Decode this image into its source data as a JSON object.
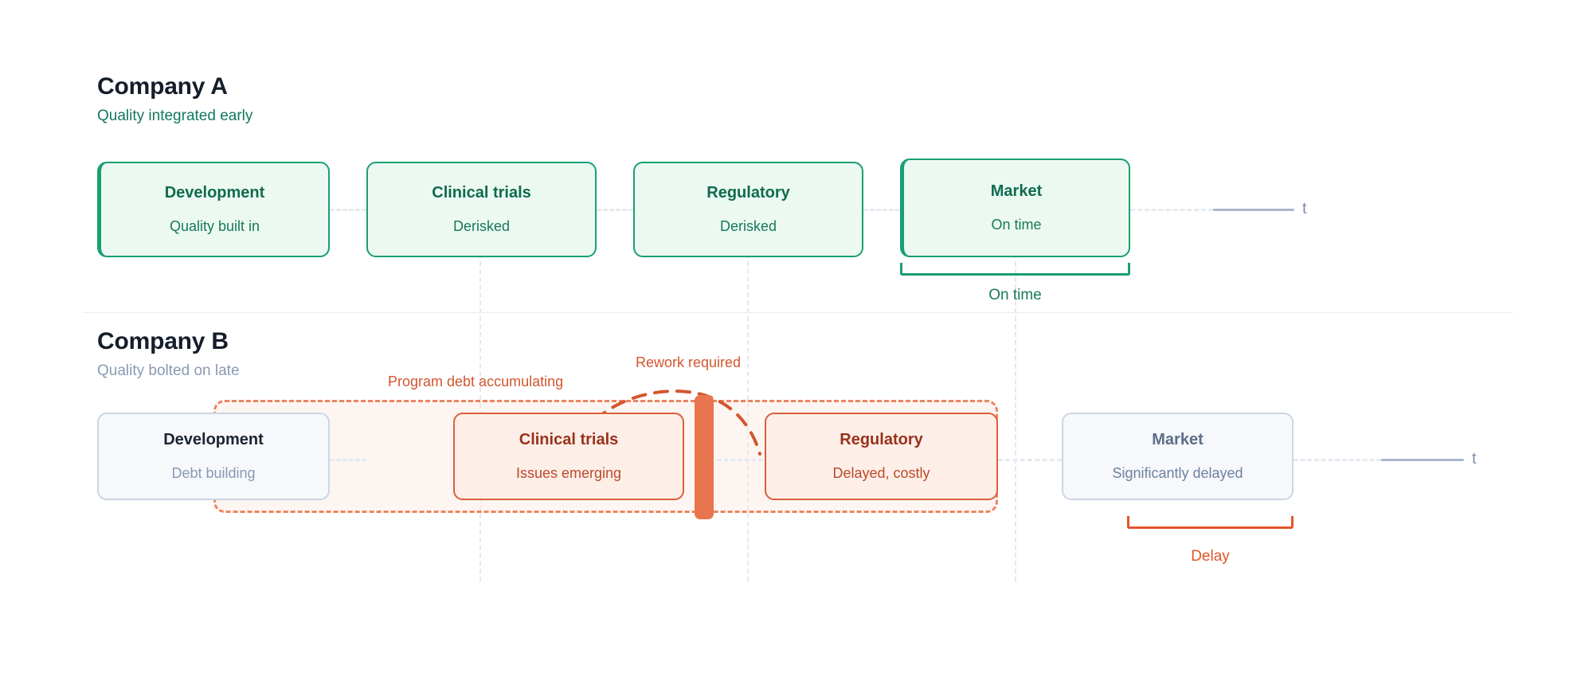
{
  "diagram": {
    "title_hidden": "",
    "axis_label": "t"
  },
  "colors": {
    "green_border": "#1a9e74",
    "green_fill": "#ecf9f1",
    "green_text": "#0f6b4f",
    "orange_border": "#d9603b",
    "orange_fill": "#fdeee8",
    "orange_text": "#99321b",
    "slate_border": "#ccd6e4",
    "slate_fill": "#f6f8fb",
    "slate_text": "#8a9ab3",
    "rework_bar": "#e8754f",
    "axis": "#aab6cb"
  },
  "company_a": {
    "title": "Company A",
    "subtitle": "Quality integrated early",
    "axis_label": "t",
    "phases": [
      {
        "name": "Development",
        "status": "Quality built in"
      },
      {
        "name": "Clinical trials",
        "status": "Derisked"
      },
      {
        "name": "Regulatory",
        "status": "Derisked"
      },
      {
        "name": "Market",
        "status": "On time"
      }
    ],
    "bracket": {
      "label": "On time"
    }
  },
  "company_b": {
    "title": "Company B",
    "subtitle": "Quality bolted on late",
    "axis_label": "t",
    "phases": [
      {
        "name": "Development",
        "status": "Debt building"
      },
      {
        "name": "Clinical trials",
        "status": "Issues emerging"
      },
      {
        "name": "Regulatory",
        "status": "Delayed, costly"
      },
      {
        "name": "Market",
        "status": "Significantly delayed"
      }
    ],
    "annotations": {
      "debt": "Program debt accumulating",
      "rework": "Rework required"
    },
    "bracket": {
      "label": "Delay"
    }
  }
}
